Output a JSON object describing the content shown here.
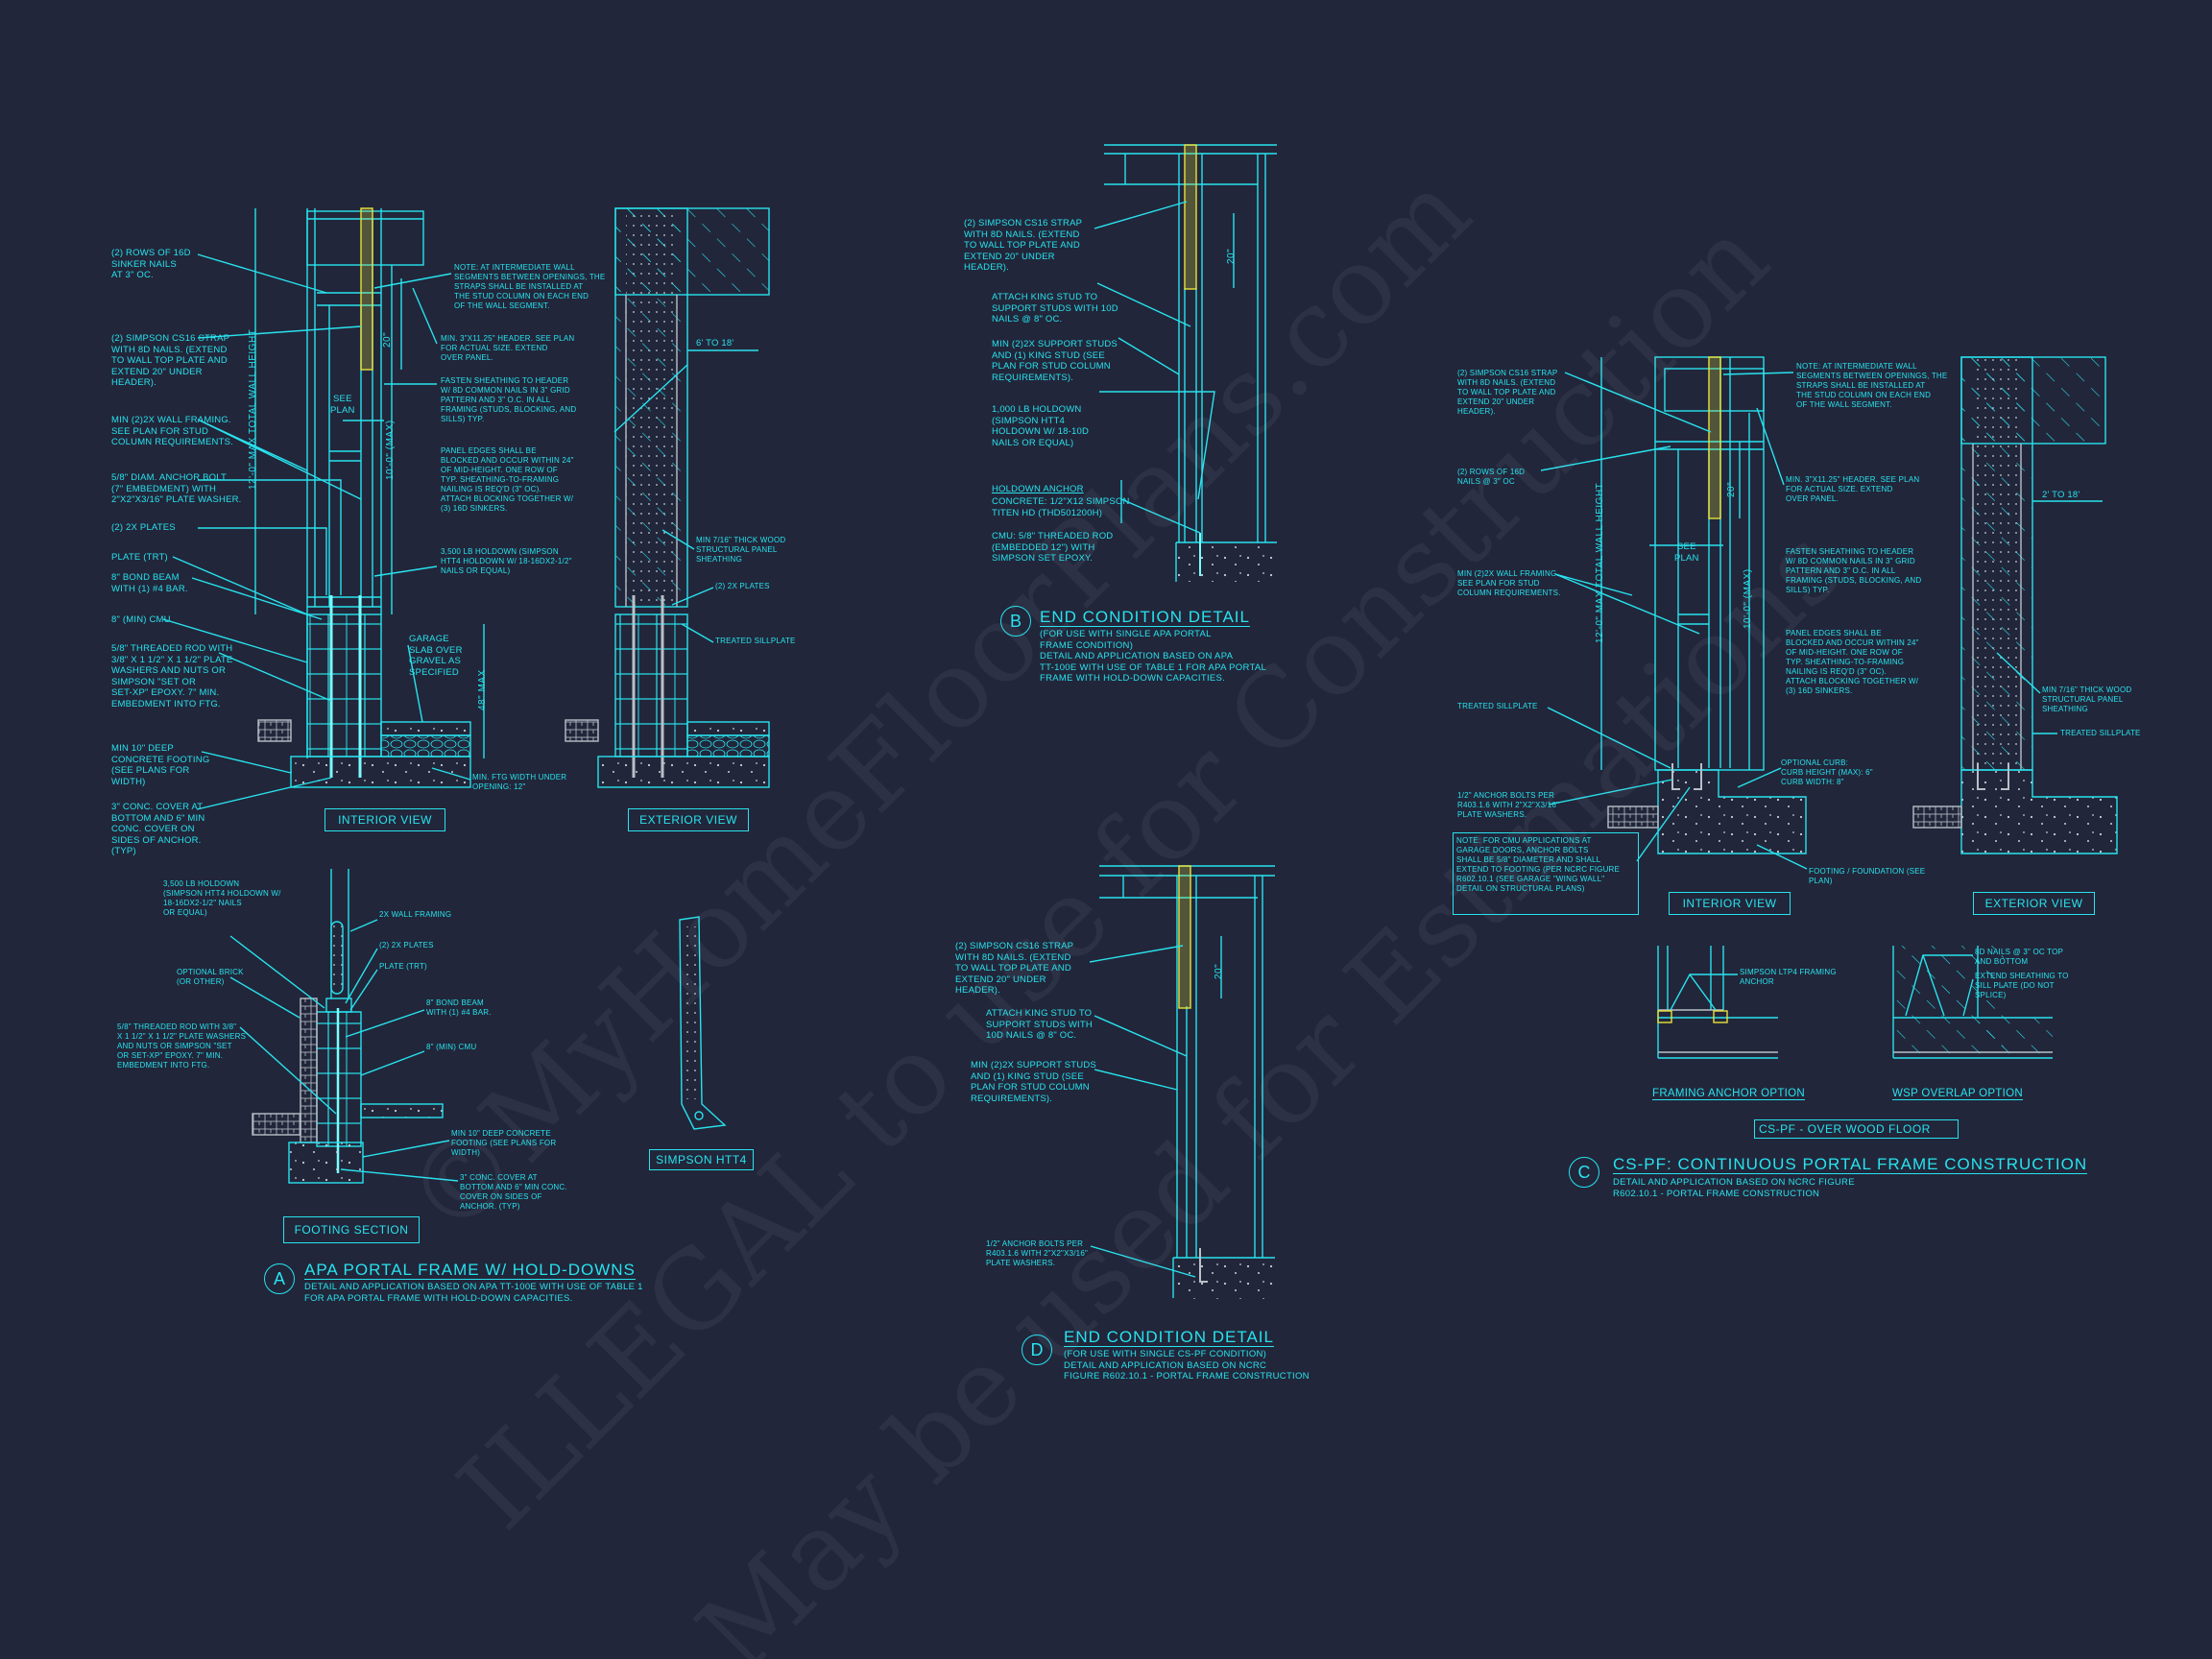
{
  "colors": {
    "background": "#22263a",
    "linework": "#27e3ee",
    "strap": "#e8e23a",
    "secondary": "#b8c0c8"
  },
  "watermark": {
    "line1": "©MyHomeFloorPlans.com",
    "line2": "ILLEGAL to use for Construction",
    "line3": "May be used for Estimations"
  },
  "detail_a": {
    "marker": "A",
    "title": "APA PORTAL FRAME W/ HOLD-DOWNS",
    "description": "DETAIL AND APPLICATION BASED ON APA TT-100E WITH USE OF TABLE 1\nFOR APA PORTAL FRAME WITH HOLD-DOWN CAPACITIES.",
    "interior": {
      "label": "INTERIOR VIEW",
      "notes_left": [
        "(2) ROWS OF 16d\nSINKER NAILS\nAT 3\" OC.",
        "(2) SIMPSON CS16 STRAP\nWITH 8d NAILS. (EXTEND\nTO WALL TOP PLATE AND\nEXTEND 20\" UNDER\nHEADER).",
        "MIN (2)2X WALL FRAMING.\nSEE PLAN FOR STUD\nCOLUMN REQUIREMENTS.",
        "5/8\" DIAM. ANCHOR BOLT\n(7\" EMBEDMENT) WITH\n2\"x2\"x3/16\" PLATE WASHER.",
        "(2) 2x PLATES",
        "PLATE (TRT)",
        "8\" BOND BEAM\nWITH (1) #4 BAR.",
        "8\" (MIN) CMU",
        "5/8\" THREADED ROD WITH\n3/8\" x 1 1/2\" x 1 1/2\" PLATE\nWASHERS AND NUTS OR\nSIMPSON \"SET OR\nSET-XP\" EPOXY. 7\" MIN.\nEMBEDMENT INTO FTG.",
        "MIN 10\" DEEP\nCONCRETE FOOTING\n(SEE PLANS FOR\nWIDTH)",
        "3\" CONC. COVER AT\nBOTTOM AND 6\" MIN\nCONC. COVER ON\nSIDES OF ANCHOR.\n(TYP)"
      ],
      "notes_right": [
        "NOTE: AT INTERMEDIATE WALL\nSEGMENTS BETWEEN OPENINGS, THE\nSTRAPS SHALL BE INSTALLED AT\nTHE STUD COLUMN ON EACH END\nOF THE WALL SEGMENT.",
        "MIN. 3\"x11.25\" HEADER. SEE PLAN\nFOR ACTUAL SIZE. EXTEND\nOVER PANEL.",
        "FASTEN SHEATHING TO HEADER\nW/ 8d COMMON NAILS IN 3\" GRID\nPATTERN AND 3\" O.C. IN ALL\nFRAMING (STUDS, BLOCKING, AND\nSILLS) TYP.",
        "PANEL EDGES SHALL BE\nBLOCKED AND OCCUR WITHIN 24\"\nOF MID-HEIGHT. ONE ROW OF\nTYP. SHEATHING-TO-FRAMING\nNAILING IS REQ'D (3\" OC).\nATTACH BLOCKING TOGETHER W/\n(3) 16d SINKERS.",
        "3,500 LB HOLDOWN (SIMPSON\nHTT4 HOLDOWN W/ 18-16dx2-1/2\"\nNAILS OR EQUAL)",
        "GARAGE\nSLAB OVER\nGRAVEL AS\nSPECIFIED",
        "MIN. FTG WIDTH UNDER\nOPENING: 12\""
      ],
      "dim_total": "12'-0\" MAX TOTAL WALL HEIGHT",
      "dim_wall": "10'-0\" (MAX)",
      "dim_strap": "20\"",
      "dim_see_plan": "SEE\nPLAN",
      "dim_curb": "48\" MAX"
    },
    "exterior": {
      "label": "EXTERIOR VIEW",
      "dim_width": "6' TO 18'",
      "notes": [
        "MIN 7/16\" THICK WOOD\nSTRUCTURAL PANEL\nSHEATHING",
        "(2) 2x PLATES",
        "TREATED SILLPLATE"
      ]
    },
    "footing_section": {
      "label": "FOOTING SECTION",
      "notes": [
        "3,500 LB HOLDOWN\n(SIMPSON HTT4 HOLDOWN W/\n18-16dx2-1/2\" NAILS\nOR EQUAL)",
        "2X WALL FRAMING",
        "(2) 2x PLATES",
        "PLATE (TRT)",
        "OPTIONAL BRICK\n(OR OTHER)",
        "8\" BOND BEAM\nWITH (1) #4 BAR.",
        "8\" (MIN) CMU",
        "5/8\" THREADED ROD WITH 3/8\"\nx 1 1/2\" x 1 1/2\" PLATE WASHERS\nAND NUTS OR SIMPSON \"SET\nOR SET-XP\" EPOXY. 7\" MIN.\nEMBEDMENT INTO FTG.",
        "MIN 10\" DEEP CONCRETE\nFOOTING (SEE PLANS FOR\nWIDTH)",
        "3\" CONC. COVER AT\nBOTTOM AND 6\" MIN CONC.\nCOVER ON SIDES OF\nANCHOR. (TYP)"
      ]
    },
    "htt4_label": "SIMPSON HTT4"
  },
  "detail_b": {
    "marker": "B",
    "title": "END CONDITION DETAIL",
    "description": "(FOR USE WITH SINGLE APA PORTAL\nFRAME CONDITION)\nDETAIL AND APPLICATION BASED ON APA\nTT-100E WITH USE OF TABLE 1 FOR APA PORTAL\nFRAME WITH HOLD-DOWN CAPACITIES.",
    "dim_strap": "20\"",
    "notes": [
      "(2) SIMPSON CS16 STRAP\nWITH 8d NAILS. (EXTEND\nTO WALL TOP PLATE AND\nEXTEND 20\" UNDER\nHEADER).",
      "ATTACH KING STUD TO\nSUPPORT STUDS WITH 10d\nNAILS @ 8\" OC.",
      "MIN (2)2X SUPPORT STUDS\nAND (1) KING STUD (SEE\nPLAN FOR STUD COLUMN\nREQUIREMENTS).",
      "1,000 LB HOLDOWN\n(SIMPSON HTT4\nHOLDOWN W/ 18-10d\nNAILS OR EQUAL)",
      "CONCRETE: 1/2\"x12 SIMPSON\nTITEN HD (THD501200H)",
      "CMU: 5/8\" THREADED ROD\n(EMBEDDED 12\") WITH\nSIMPSON SET EPOXY."
    ],
    "anchor_heading": "HOLDOWN ANCHOR"
  },
  "detail_c": {
    "marker": "C",
    "title": "CS-PF: CONTINUOUS PORTAL FRAME CONSTRUCTION",
    "description": "DETAIL AND APPLICATION BASED ON NCRC FIGURE\nR602.10.1 - PORTAL FRAME CONSTRUCTION",
    "interior": {
      "label": "INTERIOR VIEW",
      "notes_left": [
        "(2) SIMPSON CS16 STRAP\nWITH 8d NAILS. (EXTEND\nTO WALL TOP PLATE AND\nEXTEND 20\" UNDER\nHEADER).",
        "(2) ROWS OF 16d\nNAILS @ 3\" OC",
        "MIN (2)2X WALL FRAMING.\nSEE PLAN FOR STUD\nCOLUMN REQUIREMENTS.",
        "TREATED SILLPLATE",
        "1/2\" ANCHOR BOLTS PER\nR403.1.6 WITH 2\"x2\"x3/16\"\nPLATE WASHERS."
      ],
      "cmu_note": "NOTE: FOR CMU APPLICATIONS AT\nGARAGE DOORS, ANCHOR BOLTS\nSHALL BE 5/8\" DIAMETER AND SHALL\nEXTEND TO FOOTING (PER NCRC FIGURE\nR602.10.1 (SEE GARAGE \"WING WALL\"\nDETAIL ON STRUCTURAL PLANS)",
      "notes_right": [
        "NOTE: AT INTERMEDIATE WALL\nSEGMENTS BETWEEN OPENINGS, THE\nSTRAPS SHALL BE INSTALLED AT\nTHE STUD COLUMN ON EACH END\nOF THE WALL SEGMENT.",
        "MIN. 3\"x11.25\" HEADER. SEE PLAN\nFOR ACTUAL SIZE. EXTEND\nOVER PANEL.",
        "FASTEN SHEATHING TO HEADER\nW/ 8d COMMON NAILS IN 3\" GRID\nPATTERN AND 3\" O.C. IN ALL\nFRAMING (STUDS, BLOCKING, AND\nSILLS) TYP.",
        "PANEL EDGES SHALL BE\nBLOCKED AND OCCUR WITHIN 24\"\nOF MID-HEIGHT. ONE ROW OF\nTYP. SHEATHING-TO-FRAMING\nNAILING IS REQ'D (3\" OC).\nATTACH BLOCKING TOGETHER W/\n(3) 16d SINKERS.",
        "OPTIONAL CURB:\nCURB HEIGHT (MAX): 6\"\nCURB WIDTH: 8\"",
        "FOOTING / FOUNDATION (SEE\nPLAN)"
      ],
      "dim_total": "12'-0\" MAX TOTAL WALL HEIGHT",
      "dim_wall": "10'-0\" (MAX)",
      "dim_strap": "20\"",
      "dim_see_plan": "SEE\nPLAN"
    },
    "exterior": {
      "label": "EXTERIOR VIEW",
      "dim_width": "2' TO 18'",
      "notes": [
        "MIN 7/16\" THICK WOOD\nSTRUCTURAL PANEL\nSHEATHING",
        "TREATED SILLPLATE"
      ]
    },
    "wood_floor": {
      "label": "CS-PF - OVER WOOD FLOOR",
      "framing_anchor_label": "FRAMING ANCHOR OPTION",
      "framing_anchor_note": "SIMPSON LTP4 FRAMING\nANCHOR",
      "wsp_label": "WSP OVERLAP OPTION",
      "wsp_notes": [
        "8d NAILS @ 3\" OC TOP\nAND BOTTOM",
        "EXTEND SHEATHING TO\nSILL PLATE (DO NOT\nSPLICE)"
      ]
    }
  },
  "detail_d": {
    "marker": "D",
    "title": "END CONDITION DETAIL",
    "description": "(FOR USE WITH SINGLE CS-PF CONDITION)\nDETAIL AND APPLICATION BASED ON NCRC\nFIGURE R602.10.1 - PORTAL FRAME CONSTRUCTION",
    "dim_strap": "20\"",
    "notes": [
      "(2) SIMPSON CS16 STRAP\nWITH 8d NAILS. (EXTEND\nTO WALL TOP PLATE AND\nEXTEND 20\" UNDER\nHEADER).",
      "ATTACH KING STUD TO\nSUPPORT STUDS WITH\n10d NAILS @ 8\" OC.",
      "MIN (2)2X SUPPORT STUDS\nAND (1) KING STUD (SEE\nPLAN FOR STUD COLUMN\nREQUIREMENTS).",
      "1/2\" ANCHOR BOLTS PER\nR403.1.6 WITH 2\"x2\"x3/16\"\nPLATE WASHERS."
    ]
  }
}
